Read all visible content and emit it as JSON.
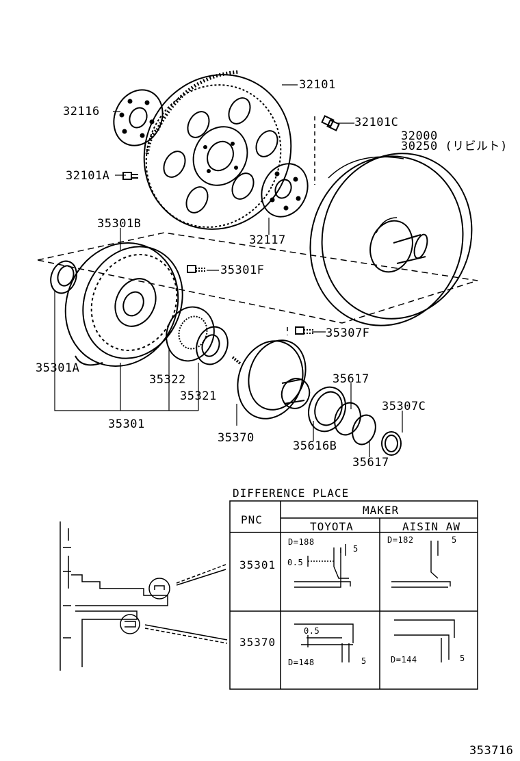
{
  "labels": {
    "p32101": "32101",
    "p32116": "32116",
    "p32101C": "32101C",
    "p32000": "32000",
    "p30250": "30250 (リビルト)",
    "p32101A": "32101A",
    "p32117": "32117",
    "p35301B": "35301B",
    "p35301F": "35301F",
    "p35307F": "35307F",
    "p35301A": "35301A",
    "p35322": "35322",
    "p35321": "35321",
    "p35617a": "35617",
    "p35307C": "35307C",
    "p35301": "35301",
    "p35370": "35370",
    "p35616B": "35616B",
    "p35617b": "35617"
  },
  "table": {
    "title": "DIFFERENCE PLACE",
    "pnc_header": "PNC",
    "maker_header": "MAKER",
    "makers": [
      "TOYOTA",
      "AISIN AW"
    ],
    "rows": [
      {
        "pnc": "35301",
        "toyota": {
          "d": "D=188",
          "t": "5",
          "s": "0.5"
        },
        "aisin": {
          "d": "D=182",
          "t": "5"
        }
      },
      {
        "pnc": "35370",
        "toyota": {
          "d": "D=148",
          "t": "5",
          "s": "0.5"
        },
        "aisin": {
          "d": "D=144",
          "t": "5"
        }
      }
    ]
  },
  "figure_id": "353716"
}
